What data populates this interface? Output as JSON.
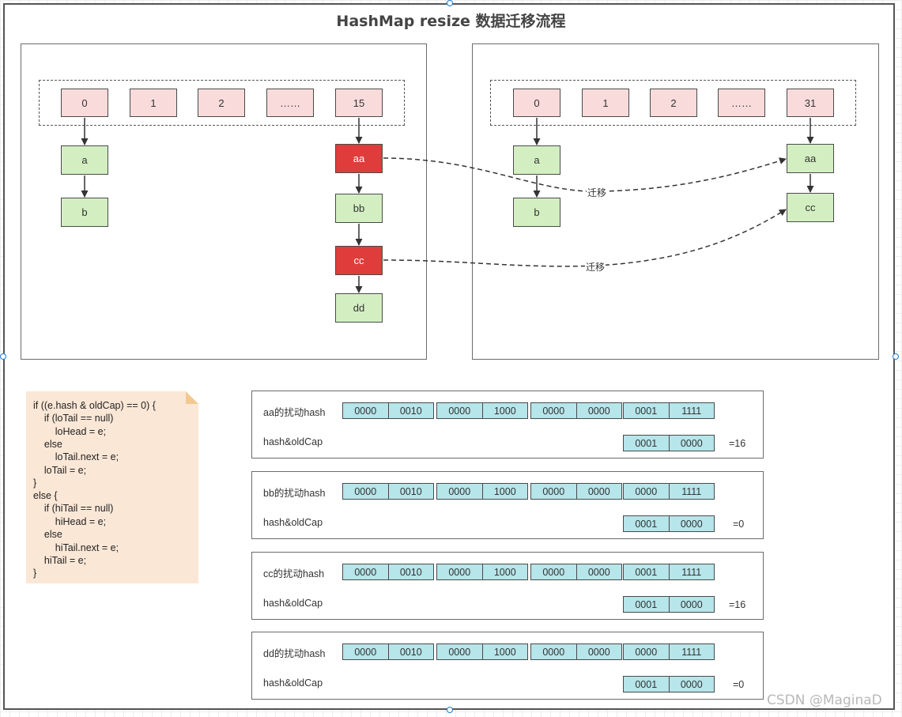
{
  "title": "HashMap resize 数据迁移流程",
  "old_table": {
    "buckets": [
      "0",
      "1",
      "2",
      "……",
      "15"
    ],
    "chain0": [
      "a",
      "b"
    ],
    "chain15": [
      "aa",
      "bb",
      "cc",
      "dd"
    ]
  },
  "new_table": {
    "buckets": [
      "0",
      "1",
      "2",
      "……",
      "31"
    ],
    "chain0": [
      "a",
      "b"
    ],
    "chain31": [
      "aa",
      "cc"
    ]
  },
  "migrate_label": "迁移",
  "code_lines": [
    "if ((e.hash & oldCap) == 0) {",
    "    if (loTail == null)",
    "        loHead = e;",
    "    else",
    "        loTail.next = e;",
    "    loTail = e;",
    "}",
    "else {",
    "    if (hiTail == null)",
    "        hiHead = e;",
    "    else",
    "        hiTail.next = e;",
    "    hiTail = e;",
    "}"
  ],
  "hash_rows": [
    {
      "label": "aa的扰动hash",
      "bits": [
        [
          "0000",
          "0010"
        ],
        [
          "0000",
          "1000"
        ],
        [
          "0000",
          "0000"
        ],
        [
          "0001",
          "1111"
        ]
      ],
      "and_label": "hash&oldCap",
      "and_bits": [
        "0001",
        "0000"
      ],
      "result": "=16"
    },
    {
      "label": "bb的扰动hash",
      "bits": [
        [
          "0000",
          "0010"
        ],
        [
          "0000",
          "1000"
        ],
        [
          "0000",
          "0000"
        ],
        [
          "0000",
          "1111"
        ]
      ],
      "and_label": "hash&oldCap",
      "and_bits": [
        "0001",
        "0000"
      ],
      "result": "=0"
    },
    {
      "label": "cc的扰动hash",
      "bits": [
        [
          "0000",
          "0010"
        ],
        [
          "0000",
          "1000"
        ],
        [
          "0000",
          "0000"
        ],
        [
          "0001",
          "1111"
        ]
      ],
      "and_label": "hash&oldCap",
      "and_bits": [
        "0001",
        "0000"
      ],
      "result": "=16"
    },
    {
      "label": "dd的扰动hash",
      "bits": [
        [
          "0000",
          "0010"
        ],
        [
          "0000",
          "1000"
        ],
        [
          "0000",
          "0000"
        ],
        [
          "0000",
          "1111"
        ]
      ],
      "and_label": "hash&oldCap",
      "and_bits": [
        "0001",
        "0000"
      ],
      "result": "=0"
    }
  ],
  "colors": {
    "bucket_fill": "#f9dbdb",
    "node_fill": "#d3efc2",
    "moved_node_fill": "#e03c3c",
    "bits_fill": "#b6e5ea",
    "note_fill": "#fbe7d6"
  },
  "watermark": "CSDN @MaginaD"
}
